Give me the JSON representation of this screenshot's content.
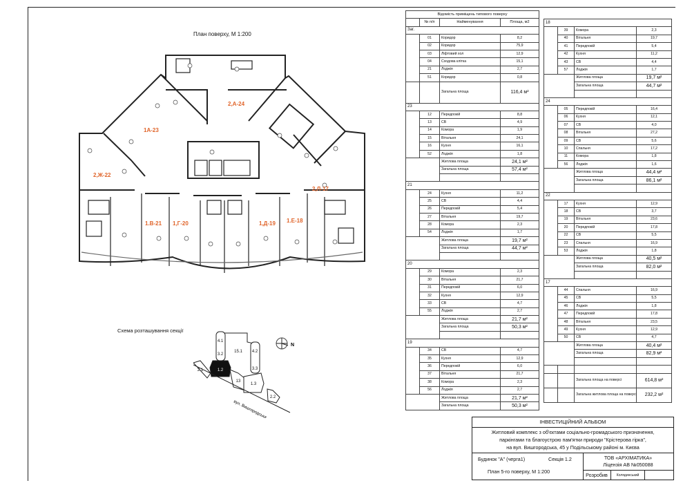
{
  "plan": {
    "title": "План поверху, М 1:200",
    "apartments": [
      "1А-23",
      "2,А-24",
      "2,Ж-22",
      "2,Л-17",
      "1.В-21",
      "1,Г-20",
      "1,Д-19",
      "1.Е-18"
    ],
    "accent_color": "#e0642a"
  },
  "schema": {
    "title": "Схема розташування секції",
    "sections": [
      "4.1",
      "3.2",
      "15.1",
      "4.2",
      "2.1",
      "1.2",
      "3.3",
      "13",
      "1.3",
      "2.2"
    ],
    "street": "вул. Вишгородська",
    "north": "N"
  },
  "table": {
    "title": "Відомість приміщень типового поверху",
    "headers": [
      "№ п/п",
      "Найменування",
      "Площа, м2"
    ],
    "left": [
      {
        "name": "Заг.",
        "items": [
          [
            "01",
            "Коридор",
            "8,2"
          ],
          [
            "02",
            "Коридор",
            "75,9"
          ],
          [
            "03",
            "Ліфтовий хол",
            "12,9"
          ],
          [
            "04",
            "Сходова клітка",
            "15,1"
          ],
          [
            "21",
            "Лоджія",
            "2,7"
          ],
          [
            "51",
            "Коридор",
            "0,8"
          ]
        ],
        "total_label": "Загальна площа",
        "total": "116,4 м²"
      },
      {
        "name": "23",
        "items": [
          [
            "12",
            "Передпокій",
            "8,8"
          ],
          [
            "13",
            "СВ",
            "4,9"
          ],
          [
            "14",
            "Комора",
            "1,9"
          ],
          [
            "15",
            "Вітальня",
            "24,1"
          ],
          [
            "16",
            "Кухня",
            "16,1"
          ],
          [
            "52",
            "Лоджія",
            "1,8"
          ]
        ],
        "living_label": "Житлова площа",
        "living": "24,1 м²",
        "total_label": "Загальна площа",
        "total": "57,4 м²"
      },
      {
        "name": "21",
        "items": [
          [
            "24",
            "Кухня",
            "11,2"
          ],
          [
            "25",
            "СВ",
            "4,4"
          ],
          [
            "26",
            "Передпокій",
            "5,4"
          ],
          [
            "27",
            "Вітальня",
            "19,7"
          ],
          [
            "28",
            "Комора",
            "2,3"
          ],
          [
            "54",
            "Лоджія",
            "1,7"
          ]
        ],
        "living_label": "Житлова площа",
        "living": "19,7 м²",
        "total_label": "Загальна площа",
        "total": "44,7 м²"
      },
      {
        "name": "20",
        "items": [
          [
            "29",
            "Комора",
            "2,3"
          ],
          [
            "30",
            "Вітальня",
            "21,7"
          ],
          [
            "31",
            "Передпокій",
            "6,0"
          ],
          [
            "32",
            "Кухня",
            "12,9"
          ],
          [
            "33",
            "СВ",
            "4,7"
          ],
          [
            "55",
            "Лоджія",
            "2,7"
          ]
        ],
        "living_label": "Житлова площа",
        "living": "21,7 м²",
        "total_label": "Загальна площа",
        "total": "50,3 м²"
      },
      {
        "name": "19",
        "items": [
          [
            "34",
            "СВ",
            "4,7"
          ],
          [
            "35",
            "Кухня",
            "12,9"
          ],
          [
            "36",
            "Передпокій",
            "6,0"
          ],
          [
            "37",
            "Вітальня",
            "21,7"
          ],
          [
            "38",
            "Комора",
            "2,3"
          ],
          [
            "56",
            "Лоджія",
            "2,7"
          ]
        ],
        "living_label": "Житлова площа",
        "living": "21,7 м²",
        "total_label": "Загальна площа",
        "total": "50,3 м²",
        "last": true
      }
    ],
    "right": [
      {
        "name": "18",
        "items": [
          [
            "39",
            "Комора",
            "2,3"
          ],
          [
            "40",
            "Вітальня",
            "19,7"
          ],
          [
            "41",
            "Передпокій",
            "5,4"
          ],
          [
            "42",
            "Кухня",
            "11,2"
          ],
          [
            "43",
            "СВ",
            "4,4"
          ],
          [
            "57",
            "Лоджія",
            "1,7"
          ]
        ],
        "living_label": "Житлова площа",
        "living": "19,7 м²",
        "total_label": "Загальна площа",
        "total": "44,7 м²"
      },
      {
        "name": "24",
        "items": [
          [
            "05",
            "Передпокій",
            "16,4"
          ],
          [
            "06",
            "Кухня",
            "12,1"
          ],
          [
            "07",
            "СВ",
            "4,0"
          ],
          [
            "08",
            "Вітальня",
            "27,2"
          ],
          [
            "09",
            "СВ",
            "5,6"
          ],
          [
            "10",
            "Спальня",
            "17,2"
          ],
          [
            "11",
            "Комора",
            "1,8"
          ],
          [
            "56",
            "Лоджія",
            "1,6"
          ]
        ],
        "living_label": "Житлова площа",
        "living": "44,4 м²",
        "total_label": "Загальна площа",
        "total": "86,1 м²"
      },
      {
        "name": "22",
        "items": [
          [
            "17",
            "Кухня",
            "12,9"
          ],
          [
            "18",
            "СВ",
            "3,7"
          ],
          [
            "19",
            "Вітальня",
            "23,6"
          ],
          [
            "20",
            "Передпокій",
            "17,8"
          ],
          [
            "22",
            "СВ",
            "5,5"
          ],
          [
            "23",
            "Спальня",
            "16,9"
          ],
          [
            "53",
            "Лоджія",
            "1,8"
          ]
        ],
        "living_label": "Житлова площа",
        "living": "40,5 м²",
        "total_label": "Загальна площа",
        "total": "82,0 м²"
      },
      {
        "name": "17",
        "items": [
          [
            "44",
            "Спальня",
            "16,9"
          ],
          [
            "45",
            "СВ",
            "5,5"
          ],
          [
            "46",
            "Лоджія",
            "1,8"
          ],
          [
            "47",
            "Передпокій",
            "17,8"
          ],
          [
            "48",
            "Вітальня",
            "23,5"
          ],
          [
            "49",
            "Кухня",
            "12,9"
          ],
          [
            "50",
            "СВ",
            "4,7"
          ]
        ],
        "living_label": "Житлова площа",
        "living": "40,4 м²",
        "total_label": "Загальна площа",
        "total": "82,9 м²"
      }
    ],
    "floor_totals": [
      {
        "label": "Загальна площа на поверсі",
        "value": "614,8 м²"
      },
      {
        "label": "Загальна житлова площа на поверсі",
        "value": "232,2 м²"
      }
    ]
  },
  "title_block": {
    "album": "ІНВЕСТИЦІЙНИЙ АЛЬБОМ",
    "desc1": "Житловий комплекс з об'єктами соціально-громадського призначення,",
    "desc2": "паркінгами та благоустрою пам'ятки природи \"Крістерова гірка\",",
    "desc3": "на вул. Вишгородська, 45 у Подільському районі м. Києва",
    "building": "Будинок \"А\" (черга1)",
    "section": "Секція 1.2",
    "sheet": "План 5-го поверху, М 1:200",
    "company": "ТОВ «АРХІМАТИКА»",
    "license": "Ліцензія АВ №050088",
    "developed_label": "Розробив",
    "developer": "Колядинський"
  }
}
